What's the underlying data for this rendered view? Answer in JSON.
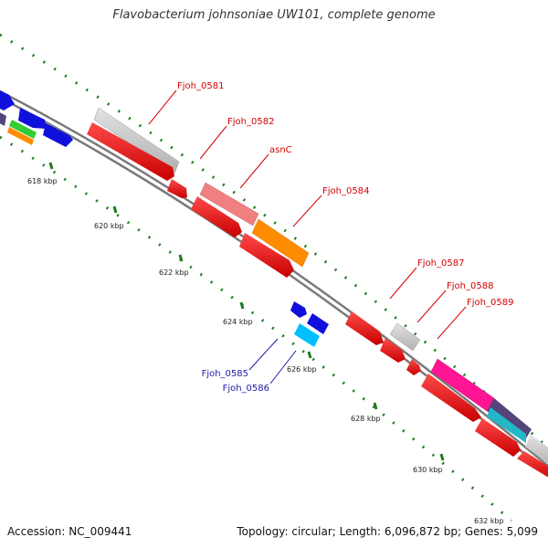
{
  "title": "Flavobacterium johnsoniae UW101, complete genome",
  "footer": {
    "accession": "Accession: NC_009441",
    "summary": "Topology: circular; Length: 6,096,872 bp; Genes: 5,099"
  },
  "colors": {
    "backbone": "#7a7a7a",
    "tick": "#1f7a1f",
    "forward_label": "#d40000",
    "reverse_label": "#1a1aaa",
    "tick_label": "#222222"
  },
  "ticks": [
    {
      "label": "618 kbp"
    },
    {
      "label": "620 kbp"
    },
    {
      "label": "622 kbp"
    },
    {
      "label": "624 kbp"
    },
    {
      "label": "626 kbp"
    },
    {
      "label": "628 kbp"
    },
    {
      "label": "630 kbp"
    },
    {
      "label": "632 kbp"
    }
  ],
  "gene_labels": [
    {
      "name": "Fjoh_0581",
      "strand": "forward"
    },
    {
      "name": "Fjoh_0582",
      "strand": "forward"
    },
    {
      "name": "asnC",
      "strand": "forward"
    },
    {
      "name": "Fjoh_0584",
      "strand": "forward"
    },
    {
      "name": "Fjoh_0587",
      "strand": "forward"
    },
    {
      "name": "Fjoh_0588",
      "strand": "forward"
    },
    {
      "name": "Fjoh_0589",
      "strand": "forward"
    },
    {
      "name": "Fjoh_0585",
      "strand": "reverse"
    },
    {
      "name": "Fjoh_0586",
      "strand": "reverse"
    }
  ]
}
